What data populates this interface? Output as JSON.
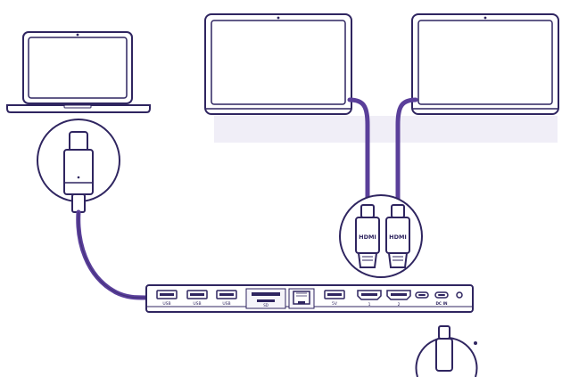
{
  "colors": {
    "outline": "#2f2560",
    "cable": "#5a3f9a",
    "cable_core": "#3d2a7a",
    "fill": "#ffffff",
    "desk": "#f0eef7"
  },
  "labels": {
    "hdmi_left": "HDMI",
    "hdmi_right": "HDMI",
    "port_usb_a_1": "USB",
    "port_usb_a_2": "USB",
    "port_usb_a_3": "USB",
    "port_sd": "SD",
    "port_usb_a_4": "5V",
    "port_hdmi_1": "1",
    "port_hdmi_2": "2",
    "port_dc": "DC IN"
  },
  "icons": {
    "laptop": "laptop-icon",
    "monitor": "monitor-icon",
    "usb_c_plug": "usb-c-plug-icon",
    "hdmi_plug": "hdmi-plug-icon",
    "docking_station": "docking-station-icon",
    "power_plug": "power-plug-icon"
  }
}
